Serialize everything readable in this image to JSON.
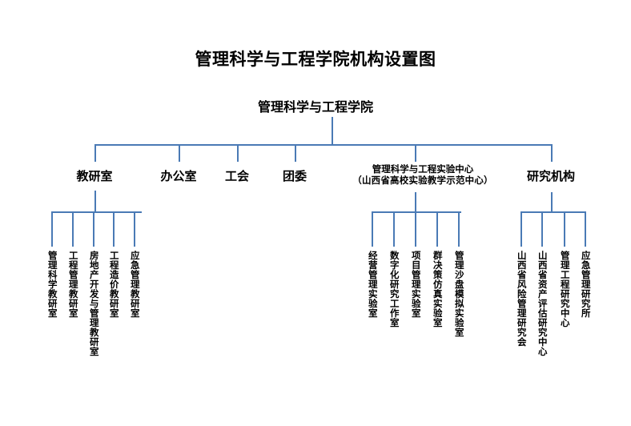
{
  "chart": {
    "title": "管理科学与工程学院机构设置图",
    "type": "organizational-chart",
    "line_color": "#4a7ab5",
    "background_color": "#ffffff",
    "text_color": "#000000"
  },
  "root": {
    "label": "管理科学与工程学院"
  },
  "level2": [
    {
      "label": "教研室"
    },
    {
      "label": "办公室"
    },
    {
      "label": "工会"
    },
    {
      "label": "团委"
    },
    {
      "label": "管理科学与工程实验中心",
      "sublabel": "（山西省高校实验教学示范中心）"
    },
    {
      "label": "研究机构"
    }
  ],
  "teaching_offices": [
    {
      "label": "管理科学教研室"
    },
    {
      "label": "工程管理教研室"
    },
    {
      "label": "房地产开发与管理教研室"
    },
    {
      "label": "工程造价教研室"
    },
    {
      "label": "应急管理教研室"
    }
  ],
  "laboratories": [
    {
      "label": "经营管理实验室"
    },
    {
      "label": "数字化研究工作室"
    },
    {
      "label": "项目管理实验室"
    },
    {
      "label": "群决策仿真实验室"
    },
    {
      "label": "管理沙盘模拟实验室"
    }
  ],
  "research_institutes": [
    {
      "label": "山西省风险管理研究会"
    },
    {
      "label": "山西省资产评估研究中心"
    },
    {
      "label": "管理工程研究中心"
    },
    {
      "label": "应急管理研究所"
    }
  ]
}
